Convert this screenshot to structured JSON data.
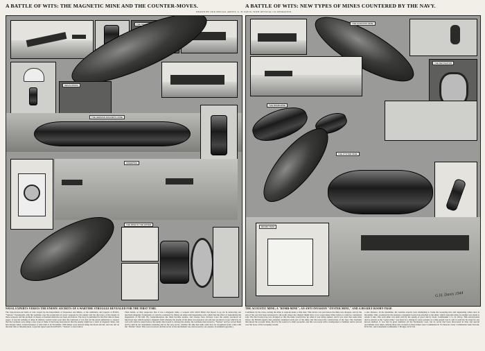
{
  "headline_left": "A BATTLE OF WITS: THE MAGNETIC MINE AND THE COUNTER-MOVES.",
  "headline_right": "A BATTLE OF WITS: NEW TYPES OF MINES COUNTERED BY THE NAVY.",
  "credit": "DRAWN BY OUR SPECIAL ARTIST, G. H. DAVIS, WITH OFFICIAL CO-OPERATION.",
  "subhead_left": "NAVAL EXPERTS VERSUS THE ENEMY: SECRETS OF A WARTIME STRUGGLE REVEALED FOR THE FIRST TIME.",
  "subhead_right": "THE ACOUSTIC MINE; A \"BOMB-MINE\"; AN ANTI-INVASION \"OYSTER MINE,\" AND A DEADLY BOOBY-TRAP.",
  "signature": "G.H. Davis 1944",
  "labels": {
    "l1": "THE MAGNETIC MINE",
    "l2": "DEGAUSSING",
    "l3": "THE GERMAN MAGNETIC MINE",
    "l4": "SWEEPING",
    "l5": "THE MINE IN THE WATER",
    "r1": "THE ACOUSTIC MINE",
    "r2": "THE BOMB-MINE",
    "r3": "THE OYSTER MINE",
    "r4": "BOOBY-TRAP",
    "r5": "THE DETONATOR"
  },
  "body_text": {
    "c1": "The long-drawn-out battle of wits waged by the Department of Torpedoes and Mines, at the Admiralty, and experts of H.M.S. \"Vernon,\" Portsmouth, with the Germans over the production of secret weapons by the enemy and the discovery of the means of these weapons and the problem of means to frustrate them has not been told before. The story is published for the first time in these pages. It was the striking of ships in shallow coastal water soon after the outbreak of war that led the naval authorities to suspect that the Germans were using a new type of mine. It had long been known that the enemy might use a form of magnetic mine, and had already taken certain measures to deal with it. In November 1939 mines were noticed being laid from aircraft, and one fell on the mud flats at Shoeburyness. A special squad went from H.M.S. \"Vernon\" to deal with it.",
    "c2": "Their hands, as they suspected, that it was a magnetic mine, a weapon with which Hitler had hoped to go far in destroying our merchant shipping. Fortunately, it could be countered by fitting our ships with degaussing coils, which had the effect of neutralising the magnetism of the hull. By countermeasures the mine became useless, and sweeps were devised. Later the enemy produced an improved type which needed a magnetic field whereby the needle of the mine was prepared. An arm also produced a type which by its own self could be tested before the enemy discovered it. Among the enemy, the Germans then turned to \"Vernon\" and we solved them and by skill in our assessment, unseeing and by the very secret, whether the ship had sunk could now be recognised from a ship with the \"Walrus\" fitted. This was recovered, and the secret of the mechanism was discovered by our experts. (Continued opposite.)",
    "c3": "Continued. by the close, tearing the mine to explode under a ship later. This device was just before the mine was dropped, and by the end of the war had been developed to the point where the channel might have to be swept many times before it could be considered safe. The first booby-trap was arranged so that the mine would blow up when it was being opened, and it was clear that some time before the British experts had patiently examined each part of the mine and discovered the construction of the fuse. The Germans introduced the acoustic mine, fired by the sound of a ship's propeller, and this was swept with a loudspeaker or hammer device placed over the bows of the sweeping vessels.",
    "c4": "a safe distance. In the meantime, the German experts were attempting to break the sweeping-wire and degaussing cables and, in December 1941, produced by the pressure a magnetic booby-trap attached to the mine, which exploded when an attempt was made to render it safe. One such mine was dealt with by the enemy at great risk by Lieut. Commander J. G. D. Ouvry. This anti-invasion device, known as the \"oyster mine,\" was fired by a change in water pressure as a ship passed over it, and it could not be swept by any known method. It was laid in great numbers off the Normandy coast, but its secret had been discovered in time and special precautions were taken. Among those who worked on these mines were Commander R. W. Duncan, Lieut. Commander Ashe Lincoln, R.N.V.R., and Lieutenant-Commander J. Hodges, R.N.V.R."
  }
}
